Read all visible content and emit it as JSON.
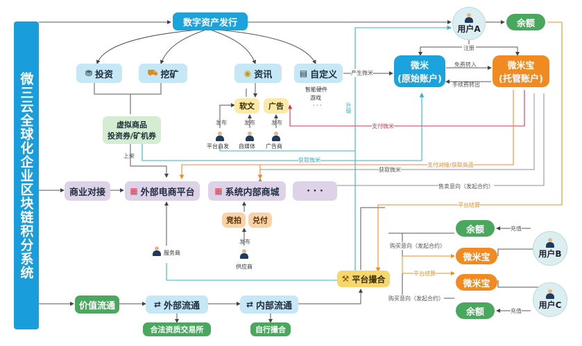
{
  "title": "微三云全球化企业区块链积分系统",
  "nodes": {
    "digital_asset": "数字资产发行",
    "invest": "投资",
    "mining": "挖矿",
    "news": "资讯",
    "custom": "自定义",
    "custom_items": [
      "智能硬件",
      "游戏",
      "· · ·"
    ],
    "soft_article": "软文",
    "ad": "广告",
    "virtual_goods_1": "虚拟商品",
    "virtual_goods_2": "投资券/矿机券",
    "business_dock": "商业对接",
    "external_mall": "外部电商平台",
    "internal_mall": "系统内部商城",
    "more": "· · ·",
    "auction": "竞拍",
    "redeem": "兑付",
    "value_flow": "价值流通",
    "external_flow": "外部流通",
    "internal_flow": "内部流通",
    "legal_exchange": "合法资质交易所",
    "self_match": "自行撮合",
    "platform_match": "平台撮合",
    "weimi_1": "微米",
    "weimi_2": "(原始账户)",
    "weimibao_1": "微米宝",
    "weimibao_2": "(托管账户)",
    "user_a": "用户A",
    "user_b": "用户B",
    "user_c": "用户C",
    "balance_a": "余额",
    "balance_b": "余额",
    "balance_c": "余额",
    "weimibao_b": "微米宝",
    "weimibao_c": "微米宝"
  },
  "labels": {
    "register": "注册",
    "produce": "产生微米",
    "free_in": "免费转入",
    "fee_out": "手续费转出",
    "upgrade": "升级",
    "pay_weimi": "支付微米",
    "get_weimi_1": "获取微米",
    "get_weimi_2": "获取微米",
    "pay_dock": "支付对接/获取商品",
    "sell_intent": "售卖意向（发起合约）",
    "platform_settle_1": "平台结算",
    "platform_settle_2": "平台结算",
    "buy_intent_1": "购买意向（发起合约）",
    "buy_intent_2": "购买意向（发起合约）",
    "recharge_1": "充值",
    "recharge_2": "充值",
    "publish_1": "发布",
    "publish_2": "发布",
    "publish_3": "发布",
    "publish_4": "发布",
    "shelf": "上架",
    "platform_self": "平台自发",
    "self_media": "自媒体",
    "advertiser": "广告商",
    "service_provider": "服务商",
    "supplier": "供应商"
  },
  "colors": {
    "primary_blue": "#1aa3dd",
    "orange": "#f28a22",
    "green": "#49a85d",
    "red_line": "#d9374b",
    "purple_line": "#8a86b8",
    "teal_line": "#34b0c8"
  }
}
